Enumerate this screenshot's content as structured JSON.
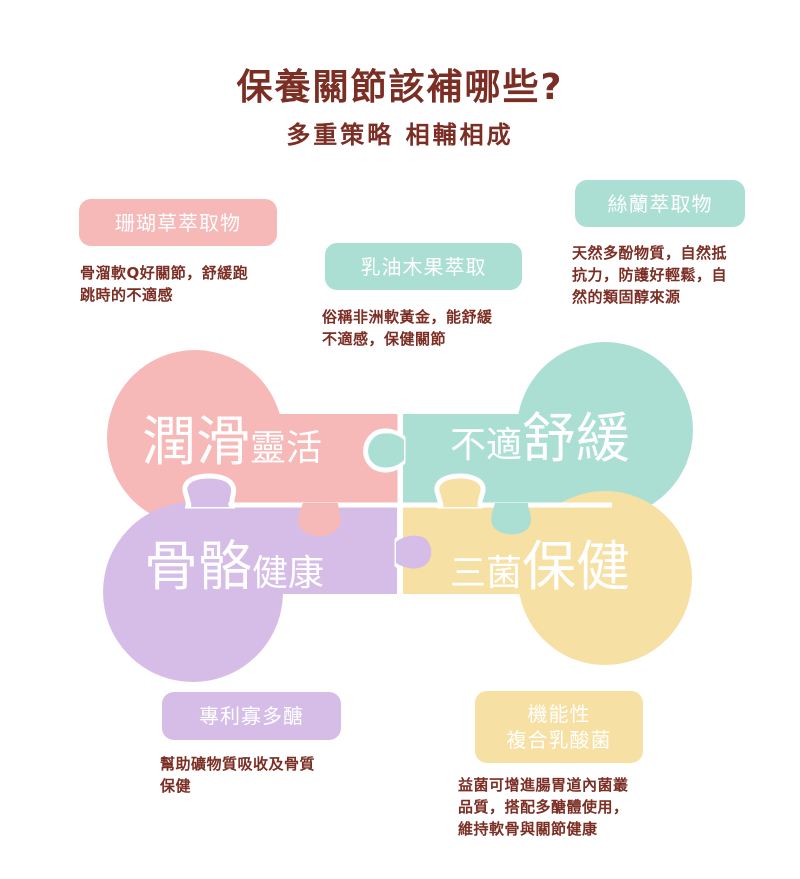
{
  "header": {
    "title": "保養關節該補哪些?",
    "subtitle": "多重策略 相輔相成"
  },
  "colors": {
    "title": "#7b2e24",
    "pink": "#f7b8b8",
    "teal": "#acdfd3",
    "purple": "#d5bde8",
    "yellow": "#f7e0a3"
  },
  "ingredients": [
    {
      "tag": "珊瑚草萃取物",
      "desc_line1": "骨溜軟Q好關節，舒緩跑",
      "desc_line2": "跳時的不適感",
      "color": "pink"
    },
    {
      "tag": "乳油木果萃取",
      "desc_line1": "俗稱非洲軟黃金，能舒緩",
      "desc_line2": "不適感，保健關節",
      "color": "teal"
    },
    {
      "tag": "絲蘭萃取物",
      "desc_line1": "天然多酚物質，自然抵",
      "desc_line2": "抗力，防護好輕鬆，自",
      "desc_line3": "然的類固醇來源",
      "color": "teal"
    },
    {
      "tag": "專利寡多醣",
      "desc_line1": "幫助礦物質吸收及骨質",
      "desc_line2": "保健",
      "color": "purple"
    },
    {
      "tag_line1": "機能性",
      "tag_line2": "複合乳酸菌",
      "desc_line1": "益菌可增進腸胃道內菌叢",
      "desc_line2": "品質，搭配多醣體使用，",
      "desc_line3": "維持軟骨與關節健康",
      "color": "yellow"
    }
  ],
  "puzzle": {
    "top_left": {
      "big": "潤滑",
      "small": "靈活",
      "color": "pink"
    },
    "top_right": {
      "small": "不適",
      "big": "舒緩",
      "color": "teal"
    },
    "bottom_left": {
      "big": "骨骼",
      "small": "健康",
      "color": "purple"
    },
    "bottom_right": {
      "small": "三菌",
      "big": "保健",
      "color": "yellow"
    }
  }
}
